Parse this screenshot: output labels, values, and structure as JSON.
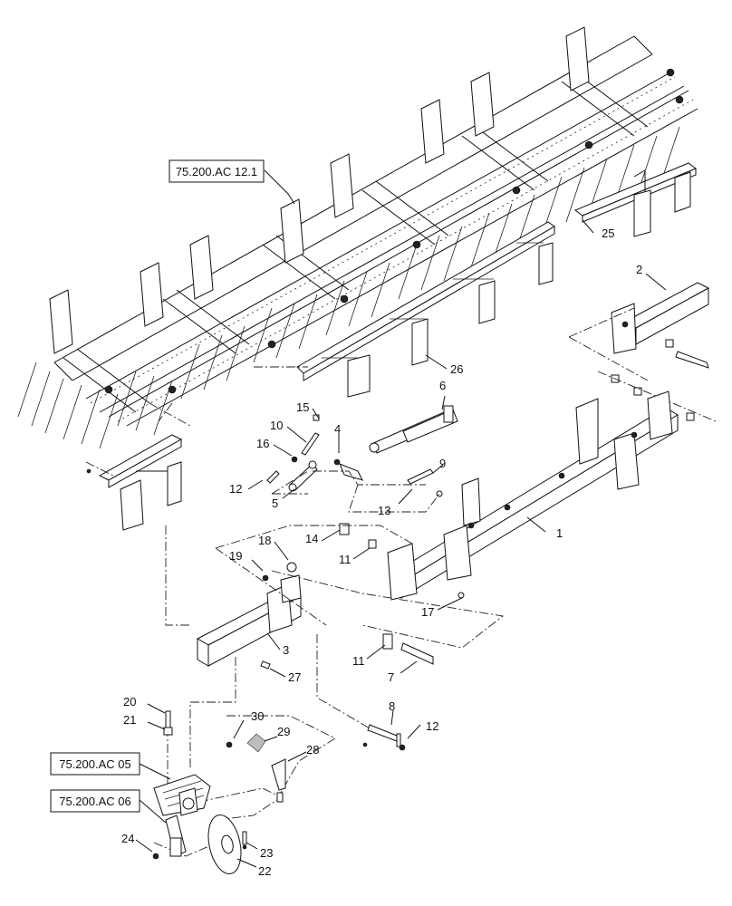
{
  "references": {
    "ref_12_1": "75.200.AC 12.1",
    "ref_05": "75.200.AC 05",
    "ref_06": "75.200.AC 06"
  },
  "callouts": {
    "c1": "1",
    "c2": "2",
    "c3": "3",
    "c4": "4",
    "c5": "5",
    "c6": "6",
    "c7": "7",
    "c8": "8",
    "c9": "9",
    "c10": "10",
    "c11a": "11",
    "c11b": "11",
    "c12a": "12",
    "c12b": "12",
    "c13": "13",
    "c14": "14",
    "c15": "15",
    "c16": "16",
    "c17": "17",
    "c18": "18",
    "c19": "19",
    "c20": "20",
    "c21": "21",
    "c22": "22",
    "c23": "23",
    "c24": "24",
    "c25": "25",
    "c26": "26",
    "c27": "27",
    "c28": "28",
    "c29": "29",
    "c30": "30"
  }
}
